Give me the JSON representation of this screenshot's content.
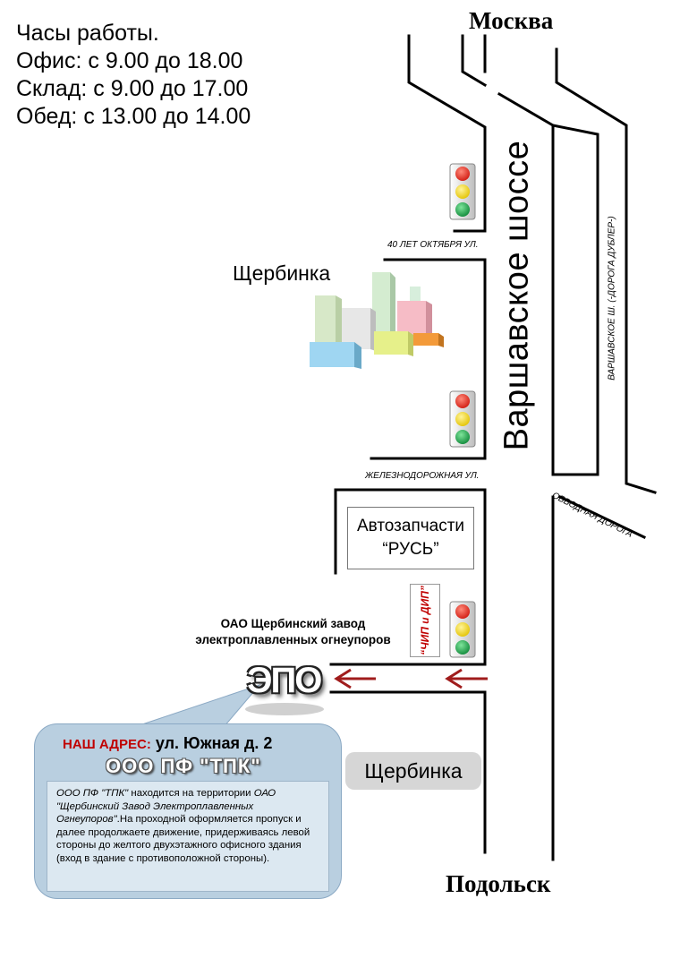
{
  "hours": {
    "title": "Часы работы.",
    "office": "Офис: с 9.00 до 18.00",
    "warehouse": "Склад: с 9.00 до 17.00",
    "lunch": "Обед: с 13.00 до 14.00"
  },
  "cities": {
    "north": "Москва",
    "south": "Подольск"
  },
  "roads": {
    "highway": "Варшавское шоссе",
    "street_40_let": "40 ЛЕТ ОКТЯБРЯ УЛ.",
    "zheleznodorozhnaya": "ЖЕЛЕЗНОДОРОЖНАЯ УЛ.",
    "duplicate": "ВАРШАВСКОЕ Ш. (-ДОРОГА ДУБЛЕР-)",
    "bypass": "ОБВОДНАЯ ДОРОГА"
  },
  "landmarks": {
    "town": "Щербинка",
    "shop_line1": "Автозапчасти",
    "shop_line2": "“РУСЬ”",
    "chip_dip": "“ЧИП и ДИП”",
    "plant_line1": "ОАО Щербинский завод",
    "plant_line2": "электроплавленных огнеупоров",
    "plant_logo": "ЭПО",
    "town_badge": "Щербинка"
  },
  "address": {
    "label": "НАШ АДРЕС:",
    "value": "ул. Южная д. 2",
    "company": "ООО ПФ \"ТПК\"",
    "note_company": "ООО ПФ \"ТПК\"",
    "note_part1": " находится на территории",
    "note_plant": "ОАО \"Щербинский Завод Электроплавленных Огнеупоров\"",
    "note_part2": ".На проходной оформляется пропуск и далее продолжаете движение, придерживаясь левой стороны до желтого двухэтажного офисного здания (вход в здание с противоположной стороны)."
  },
  "colors": {
    "arrow": "#a01c1c",
    "signal_red": "#e2231a",
    "signal_yellow": "#f4dd1e",
    "signal_green": "#18a34a",
    "bubble": "#b9cfe0",
    "address_label": "#c00000"
  },
  "icons": [
    "traffic-light-icon",
    "traffic-light-icon",
    "traffic-light-icon",
    "arrow-left-icon",
    "arrow-left-icon",
    "buildings-icon"
  ]
}
